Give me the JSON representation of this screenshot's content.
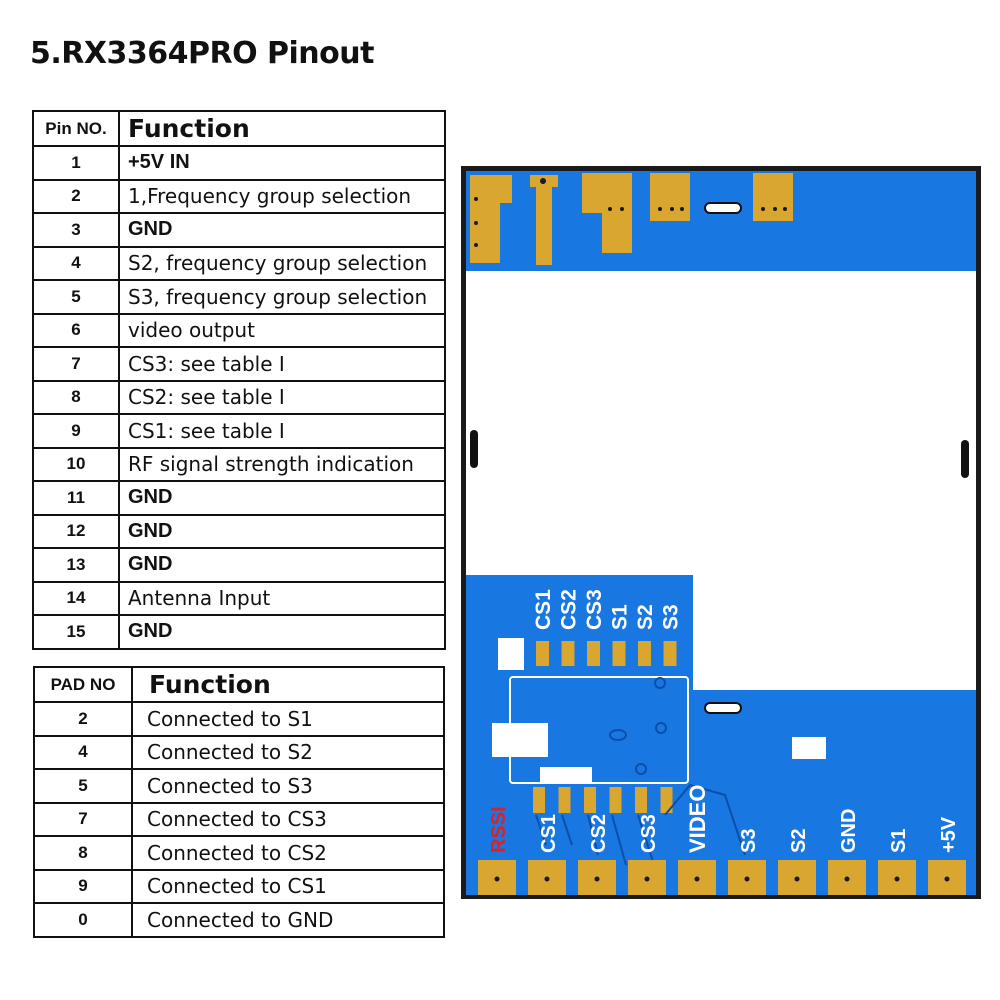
{
  "title": "5.RX3364PRO Pinout",
  "pin_table": {
    "headers": {
      "num": "Pin NO.",
      "func": "Function"
    },
    "rows": [
      {
        "num": "1",
        "func": "+5V IN",
        "bold": true
      },
      {
        "num": "2",
        "func": "1,Frequency group selection",
        "bold": false
      },
      {
        "num": "3",
        "func": "GND",
        "bold": true
      },
      {
        "num": "4",
        "func": "S2, frequency group selection",
        "bold": false
      },
      {
        "num": "5",
        "func": "S3, frequency group selection",
        "bold": false
      },
      {
        "num": "6",
        "func": "video output",
        "bold": false
      },
      {
        "num": "7",
        "func": "CS3: see table I",
        "bold": false
      },
      {
        "num": "8",
        "func": "CS2: see table I",
        "bold": false
      },
      {
        "num": "9",
        "func": "CS1: see table I",
        "bold": false
      },
      {
        "num": "10",
        "func": "RF signal strength indication",
        "bold": false
      },
      {
        "num": "11",
        "func": "GND",
        "bold": true
      },
      {
        "num": "12",
        "func": "GND",
        "bold": true
      },
      {
        "num": "13",
        "func": "GND",
        "bold": true
      },
      {
        "num": "14",
        "func": "Antenna Input",
        "bold": false
      },
      {
        "num": "15",
        "func": "GND",
        "bold": true
      }
    ]
  },
  "pad_table": {
    "headers": {
      "num": "PAD NO",
      "func": "Function"
    },
    "rows": [
      {
        "num": "2",
        "func": "Connected to S1"
      },
      {
        "num": "4",
        "func": "Connected to S2"
      },
      {
        "num": "5",
        "func": "Connected to S3"
      },
      {
        "num": "7",
        "func": "Connected to CS3"
      },
      {
        "num": "8",
        "func": "Connected to CS2"
      },
      {
        "num": "9",
        "func": "Connected to CS1"
      },
      {
        "num": "0",
        "func": "Connected to GND"
      }
    ]
  },
  "board": {
    "upper_labels": [
      "CS1",
      "CS2",
      "CS3",
      "S1",
      "S2",
      "S3"
    ],
    "lower_labels": [
      "RSSI",
      "CS1",
      "CS2",
      "CS3",
      "VIDEO",
      "S3",
      "S2",
      "GND",
      "S1",
      "+5V"
    ],
    "colors": {
      "pcb": "#1877e0",
      "gold": "#d9a630",
      "outline": "#1a1a1a",
      "label": "#ffffff",
      "rssi": "#e02020"
    }
  }
}
